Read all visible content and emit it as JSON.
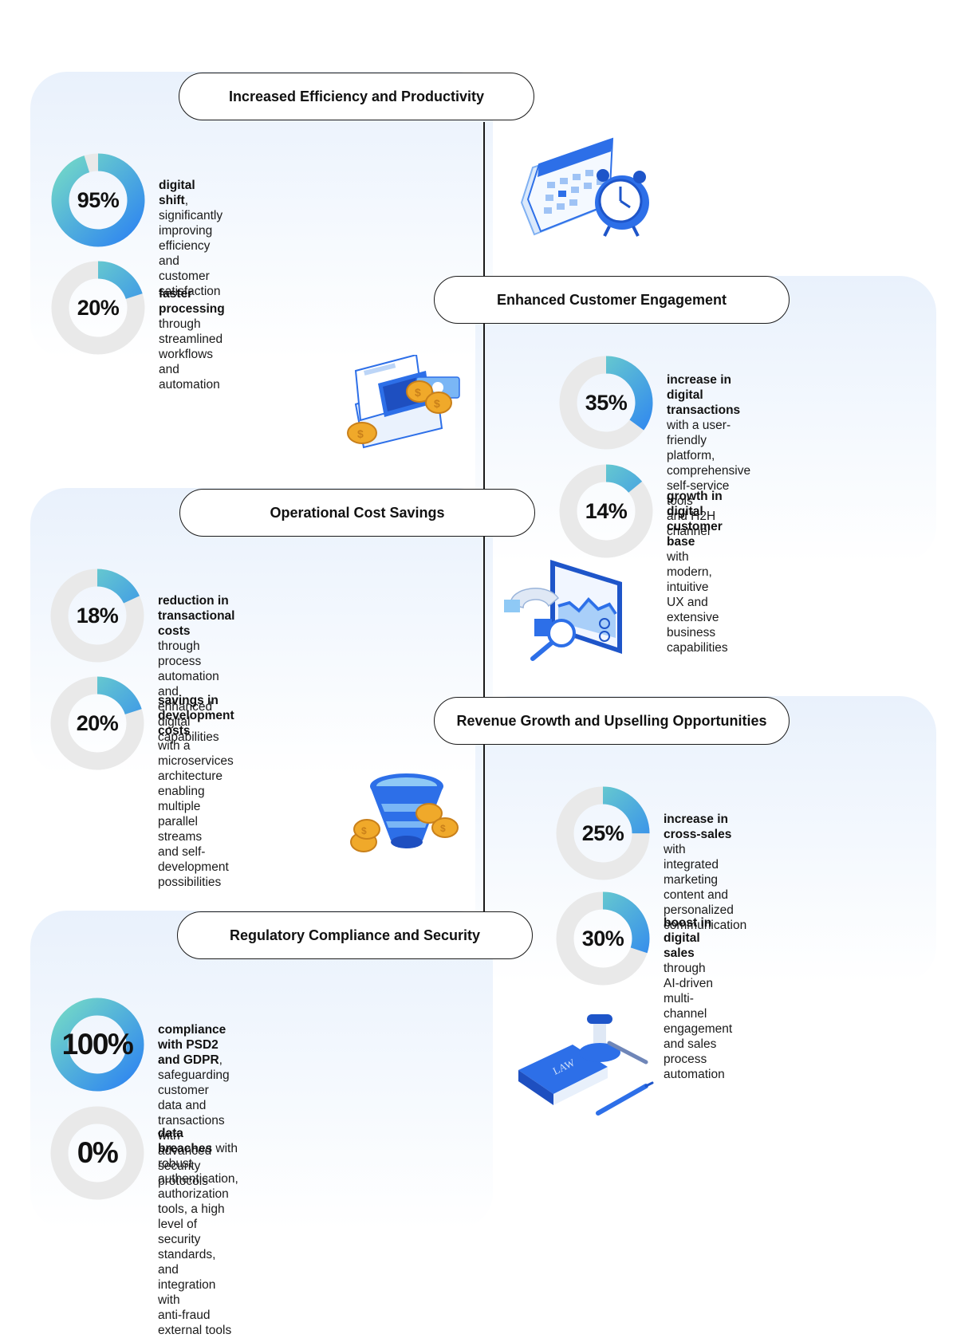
{
  "sections": [
    {
      "title": "Increased Efficiency and Productivity",
      "stats": [
        {
          "value": "95%",
          "fraction": 0.95,
          "bold": "digital shift",
          "rest": ", significantly\nimproving efficiency and customer\nsatisfaction"
        },
        {
          "value": "20%",
          "fraction": 0.2,
          "bold": "faster processing",
          "rest": "\nthrough streamlined workflows\nand automation"
        }
      ]
    },
    {
      "title": "Enhanced Customer Engagement",
      "stats": [
        {
          "value": "35%",
          "fraction": 0.35,
          "bold": "increase in digital transactions",
          "rest": "\nwith a user-friendly platform,\ncomprehensive self-service tools\nand H2H channel"
        },
        {
          "value": "14%",
          "fraction": 0.14,
          "bold": "growth in digital customer base",
          "rest": "\nwith modern, intuitive UX and\nextensive business capabilities"
        }
      ]
    },
    {
      "title": "Operational Cost Savings",
      "stats": [
        {
          "value": "18%",
          "fraction": 0.18,
          "bold": "reduction in transactional costs",
          "rest": "\nthrough process automation and\nenhanced digital capabilities"
        },
        {
          "value": "20%",
          "fraction": 0.2,
          "bold": "savings in development costs",
          "rest": "\nwith a microservices architecture\nenabling multiple parallel streams\nand self-development possibilities"
        }
      ]
    },
    {
      "title": "Revenue Growth and Upselling Opportunities",
      "stats": [
        {
          "value": "25%",
          "fraction": 0.25,
          "bold": "increase in cross-sales",
          "rest": " with\nintegrated marketing content and\npersonalized communication"
        },
        {
          "value": "30%",
          "fraction": 0.3,
          "bold": "boost in digital sales",
          "rest": " through\nAI-driven multi-channel engagement\nand sales process automation"
        }
      ]
    },
    {
      "title": "Regulatory Compliance and Security",
      "stats": [
        {
          "value": "100%",
          "fraction": 1.0,
          "bold": "compliance with PSD2 and GDPR",
          "rest": ",\nsafeguarding customer data and transactions\nwith advanced security protocols"
        },
        {
          "value": "0%",
          "fraction": 0.0,
          "bold": "data breaches",
          "rest": " with robust authentication,\nauthorization tools, a high level of security\nstandards, and integration with\nanti-fraud external tools"
        }
      ]
    }
  ],
  "illustrations": {
    "law_book": "LAW"
  },
  "colors": {
    "ring_track": "#e9e9e9",
    "ring_start": "#2f86f0",
    "ring_end": "#72d7c8",
    "accent_blue": "#1f5fe0",
    "coin": "#f0a92a"
  }
}
